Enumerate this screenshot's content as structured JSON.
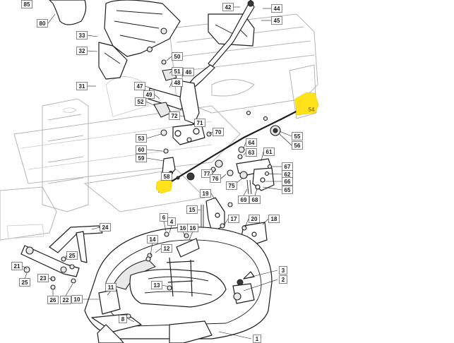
{
  "callouts": [
    {
      "label": "85"
    },
    {
      "label": "80"
    },
    {
      "label": "33"
    },
    {
      "label": "32"
    },
    {
      "label": "31"
    },
    {
      "label": "42"
    },
    {
      "label": "44"
    },
    {
      "label": "45"
    },
    {
      "label": "50"
    },
    {
      "label": "51"
    },
    {
      "label": "46"
    },
    {
      "label": "47"
    },
    {
      "label": "48"
    },
    {
      "label": "49"
    },
    {
      "label": "52"
    },
    {
      "label": "72"
    },
    {
      "label": "71"
    },
    {
      "label": "70"
    },
    {
      "label": "53"
    },
    {
      "label": "60"
    },
    {
      "label": "59"
    },
    {
      "label": "58"
    },
    {
      "label": "64"
    },
    {
      "label": "63"
    },
    {
      "label": "61"
    },
    {
      "label": "54",
      "highlight": true
    },
    {
      "label": "55"
    },
    {
      "label": "56"
    },
    {
      "label": "67"
    },
    {
      "label": "62"
    },
    {
      "label": "66"
    },
    {
      "label": "65"
    },
    {
      "label": "77"
    },
    {
      "label": "76"
    },
    {
      "label": "75"
    },
    {
      "label": "69"
    },
    {
      "label": "68"
    },
    {
      "label": "19"
    },
    {
      "label": "15"
    },
    {
      "label": "17"
    },
    {
      "label": "20"
    },
    {
      "label": "18"
    },
    {
      "label": "6"
    },
    {
      "label": "4"
    },
    {
      "label": "16"
    },
    {
      "label": "16"
    },
    {
      "label": "14"
    },
    {
      "label": "12"
    },
    {
      "label": "24"
    },
    {
      "label": "25"
    },
    {
      "label": "21"
    },
    {
      "label": "25"
    },
    {
      "label": "23"
    },
    {
      "label": "26"
    },
    {
      "label": "22"
    },
    {
      "label": "10"
    },
    {
      "label": "11"
    },
    {
      "label": "13"
    },
    {
      "label": "3"
    },
    {
      "label": "2"
    },
    {
      "label": "8"
    },
    {
      "label": "1"
    }
  ],
  "highlight_color": "#ffe21a"
}
